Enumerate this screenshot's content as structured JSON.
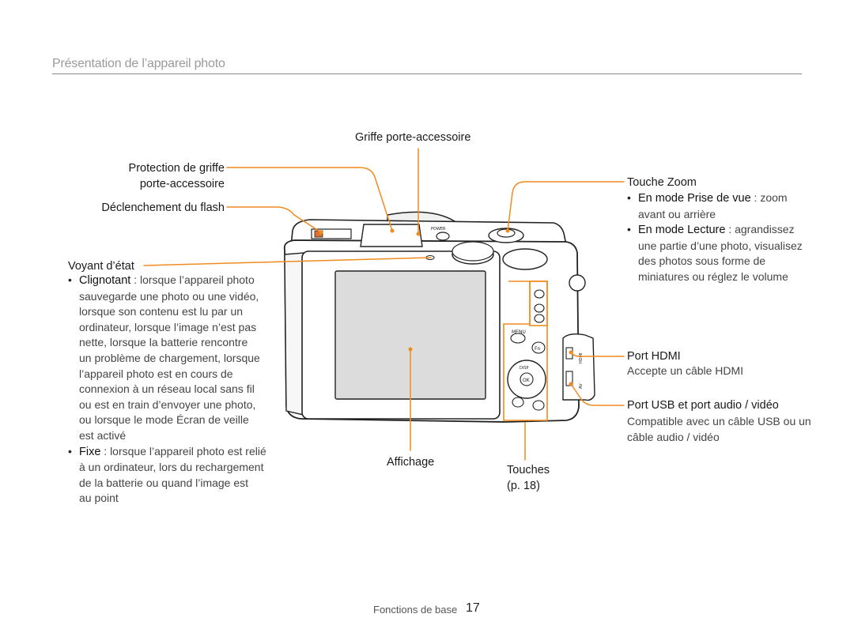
{
  "header": {
    "title": "Présentation de l’appareil photo"
  },
  "labels": {
    "hot_shoe": "Griffe porte-accessoire",
    "hot_shoe_cover_line1": "Protection de griffe",
    "hot_shoe_cover_line2": "porte-accessoire",
    "flash_release": "Déclenchement du flash",
    "status_lamp": "Voyant d’état",
    "zoom_button": "Touche Zoom",
    "hdmi_port": "Port HDMI",
    "usb_port": "Port USB et port audio / vidéo",
    "display": "Affichage",
    "buttons": "Touches",
    "buttons_page": "(p. 18)"
  },
  "status_lamp_desc": {
    "blinking_term": "Clignotant",
    "blinking_lines": [
      " : lorsque l’appareil photo",
      "sauvegarde une photo ou une vidéo,",
      "lorsque son contenu est lu par un",
      "ordinateur, lorsque l’image n’est pas",
      "nette, lorsque la batterie rencontre",
      "un problème de chargement, lorsque",
      "l’appareil photo est en cours de",
      "connexion à un réseau local sans fil",
      "ou est en train d’envoyer une photo,",
      "ou lorsque le mode Écran de veille",
      "est activé"
    ],
    "steady_term": "Fixe",
    "steady_lines": [
      " : lorsque l’appareil photo est relié",
      "à un ordinateur, lors du rechargement",
      "de la batterie ou quand l’image est",
      "au point"
    ]
  },
  "zoom_desc": {
    "shooting_term": "En mode Prise de vue",
    "shooting_lines": [
      " : zoom",
      "avant ou arrière"
    ],
    "playback_term": "En mode Lecture",
    "playback_lines": [
      " : agrandissez",
      "une partie d’une photo, visualisez",
      "des photos sous forme de",
      "miniatures ou réglez le volume"
    ]
  },
  "hdmi_desc": "Accepte un câble HDMI",
  "usb_desc": [
    "Compatible avec un câble USB ou un",
    "câble audio / vidéo"
  ],
  "camera_markings": {
    "menu": "MENU",
    "fn": "Fn",
    "ok": "OK",
    "disp": "DISP",
    "power": "POWER",
    "hdmi": "HDMI",
    "av": "AV"
  },
  "footer": {
    "section": "Fonctions de base",
    "page": "17"
  },
  "colors": {
    "callout": "#f08c1e",
    "header": "#9a9a9a",
    "rule": "#8a8a8a"
  }
}
